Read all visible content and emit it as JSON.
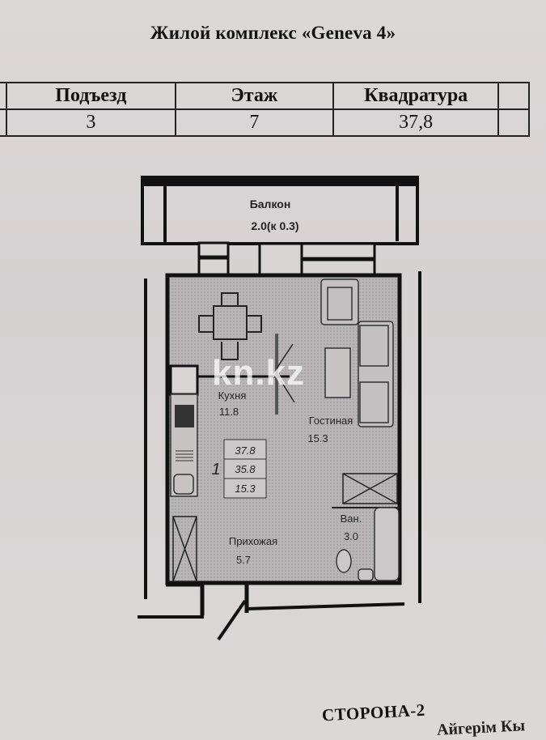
{
  "document": {
    "title": "Жилой комплекс «Geneva 4»",
    "info_table": {
      "headers": [
        "Подъезд",
        "Этаж",
        "Квадратура"
      ],
      "values": [
        "3",
        "7",
        "37,8"
      ]
    },
    "floor_plan": {
      "balcony": {
        "label": "Балкон",
        "area": "2.0(к 0.3)"
      },
      "rooms": [
        {
          "name": "Кухня",
          "area": "11.8"
        },
        {
          "name": "Гостиная",
          "area": "15.3"
        },
        {
          "name": "Прихожая",
          "area": "5.7"
        },
        {
          "name": "Ван.",
          "area": "3.0"
        }
      ],
      "apartment_badge": {
        "rooms_count": "1",
        "total_area": "37.8",
        "living_area_excl_balcony": "35.8",
        "living_room_area": "15.3"
      }
    },
    "footer": {
      "side_label": "СТОРОНА-2",
      "signature_fragment": "Айгерім Кы"
    },
    "watermark": "kn.kz"
  }
}
